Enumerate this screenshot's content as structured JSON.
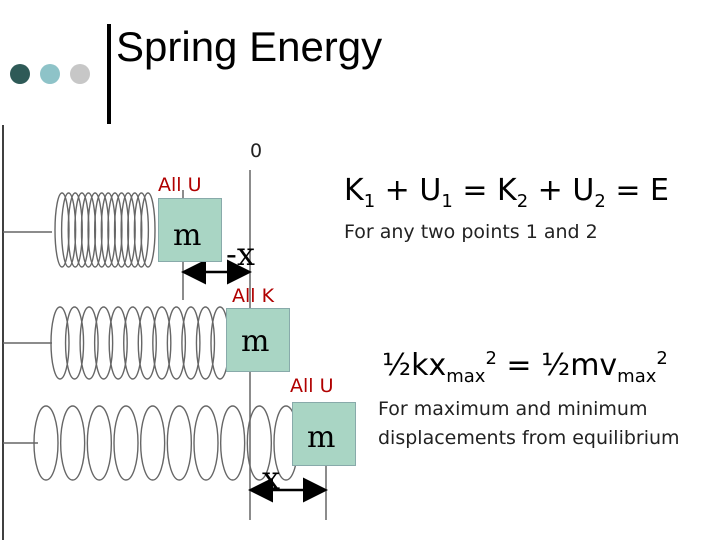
{
  "slide": {
    "title": "Spring Energy",
    "dots": [
      "#2e5a57",
      "#8ec3c8",
      "#c7c7c7"
    ]
  },
  "diagram": {
    "origin_label": "0",
    "top_label": "All U",
    "mid_label": "All K",
    "bottom_label": "All U",
    "mass_label": "m",
    "neg_x_label": "-x",
    "pos_x_label": "x",
    "mass_color": "#a9d5c4"
  },
  "equations": {
    "energy": {
      "k1": "K",
      "sub1": "1",
      "plus1": " + ",
      "u1": "U",
      "sub2": "1",
      "eq1": " = ",
      "k2": "K",
      "sub3": "2",
      "plus2": " + ",
      "u2": "U",
      "sub4": "2",
      "eq2": " = ",
      "e": "E"
    },
    "energy_note": "For any two points 1 and 2",
    "max": {
      "half1": "½",
      "kx": "kx",
      "sub_max1": "max",
      "sup1": "2",
      "eq": " = ",
      "half2": "½",
      "mv": "mv",
      "sub_max2": "max",
      "sup2": "2"
    },
    "max_note": "For maximum and minimum displacements from equilibrium"
  }
}
